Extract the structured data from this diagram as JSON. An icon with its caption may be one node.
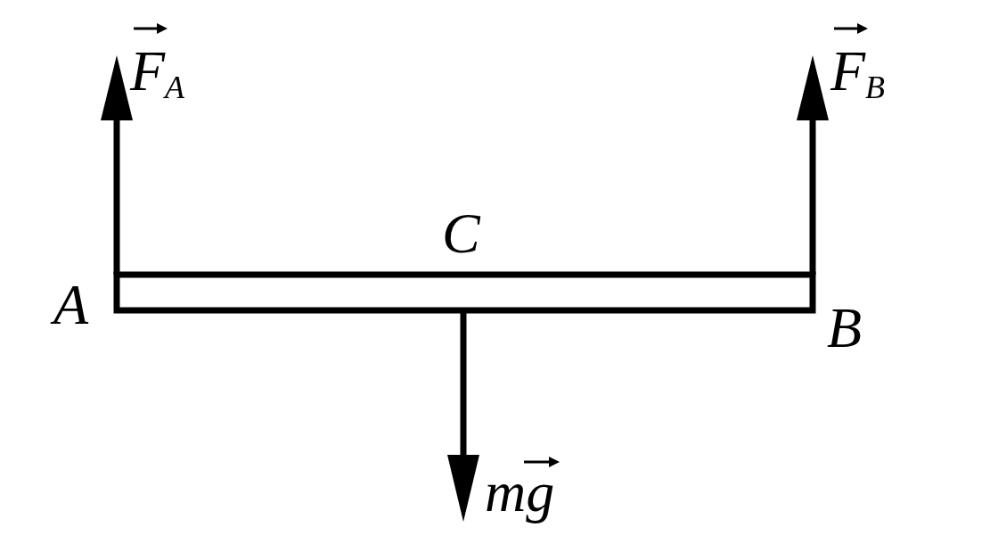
{
  "diagram": {
    "nodes": [
      {
        "text": [],
        "shape": "bar"
      }
    ],
    "labels": [
      "F$_{A}$",
      "F$_{B}$",
      "C",
      "A",
      "B",
      "mg"
    ]
  }
}
